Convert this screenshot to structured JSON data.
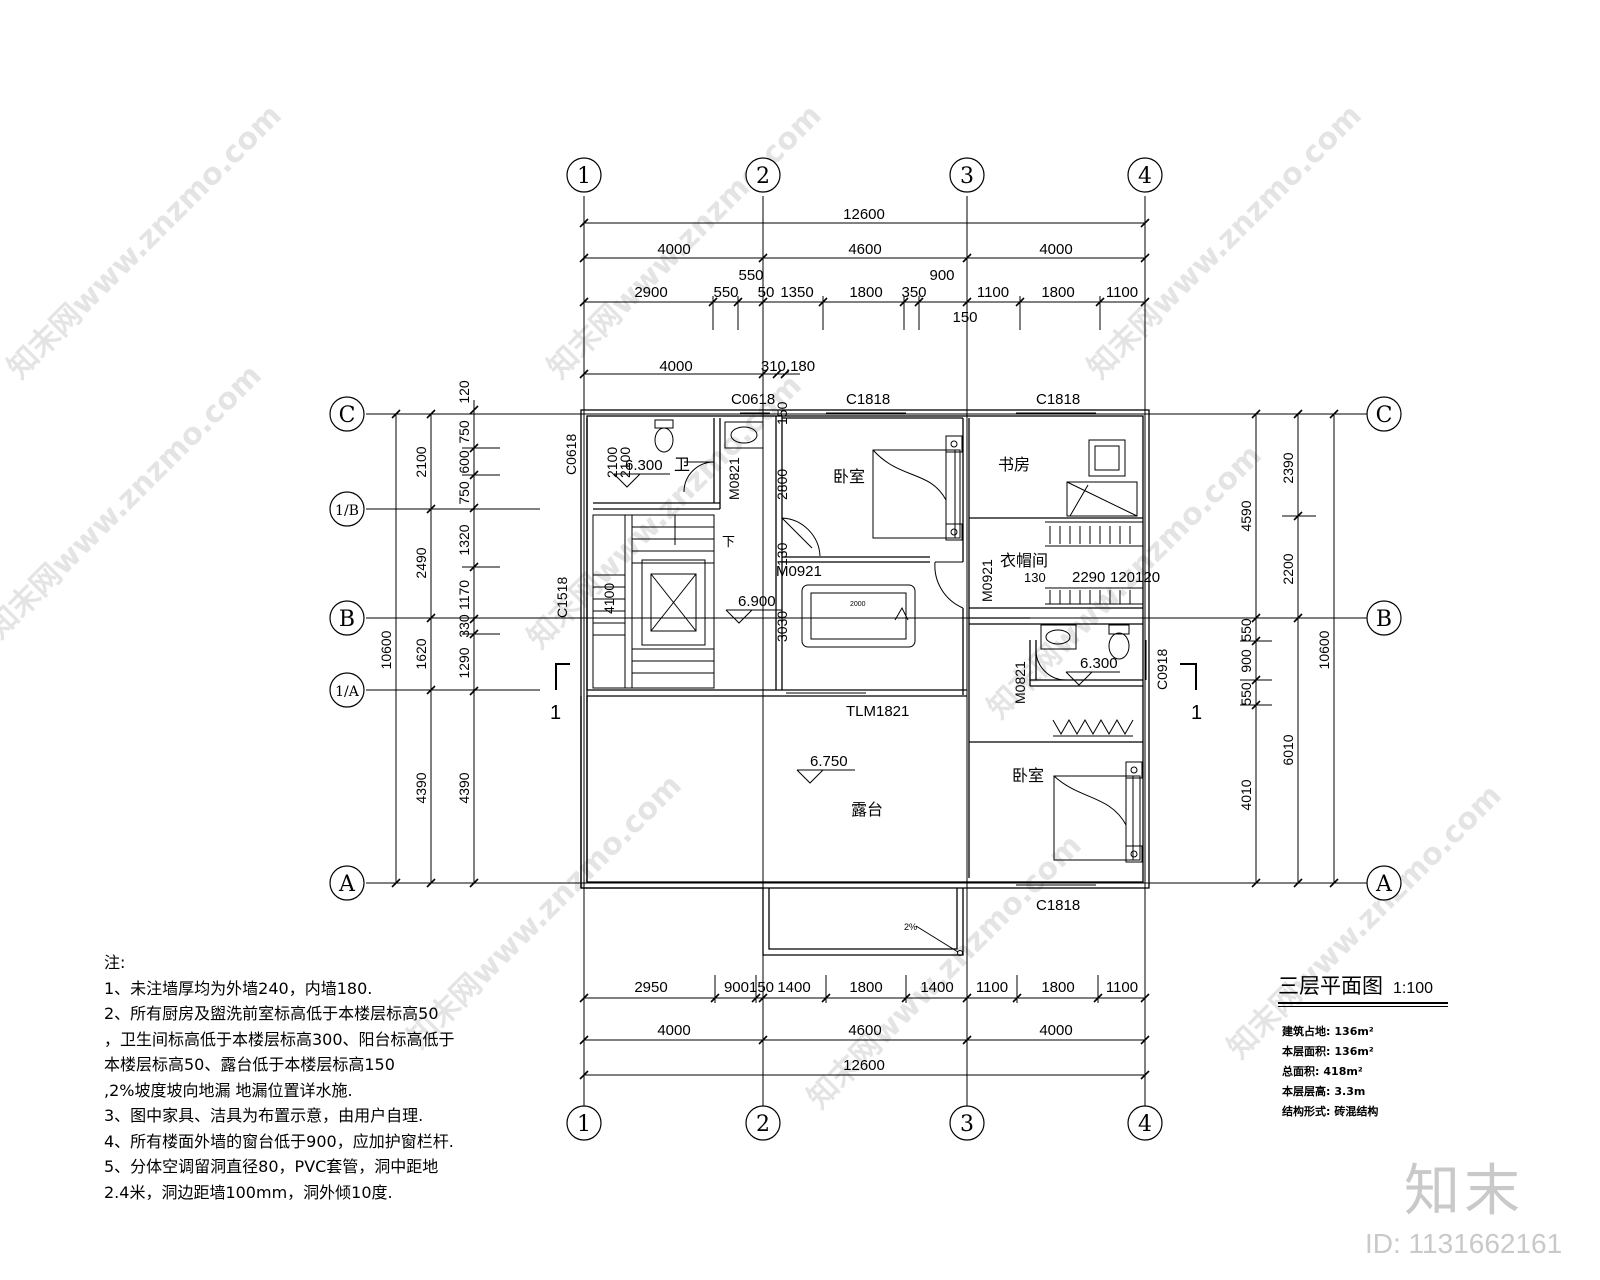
{
  "plan_title": "三层平面图",
  "scale": "1:100",
  "axes": {
    "vertical": [
      "1",
      "2",
      "3",
      "4"
    ],
    "horizontal": [
      "C",
      "1/B",
      "B",
      "1/A",
      "A"
    ]
  },
  "section_mark": "1",
  "rooms": {
    "bathroom": "卫",
    "bedroom_north": "卧室",
    "study": "书房",
    "cloakroom": "衣帽间",
    "terrace": "露台",
    "bedroom_south": "卧室",
    "stair_down": "下"
  },
  "elevations": {
    "bath_west": "6.300",
    "hall": "6.900",
    "terrace": "6.750",
    "bath_east": "6.300",
    "slope": "2%"
  },
  "openings": {
    "c0618_top": "C0618",
    "c1818_bed": "C1818",
    "c1818_study": "C1818",
    "c1818_south": "C1818",
    "c0618_left": "C0618",
    "c1518": "C1518",
    "m0821_a": "M0821",
    "m0921_a": "M0921",
    "m0921_b": "M0921",
    "m0821_b": "M0821",
    "c0918": "C0918",
    "tlm1821": "TLM1821"
  },
  "dims_top": {
    "total": "12600",
    "row2": [
      "4000",
      "4600",
      "4000"
    ],
    "row3": [
      "2900",
      "550",
      "50",
      "1350",
      "1800",
      "350",
      "1100",
      "1800",
      "1100"
    ],
    "extra_550": "550",
    "extra_900": "900",
    "extra_150": "150",
    "inner_4000": "4000",
    "inner_310_180": "310,180"
  },
  "dims_bottom": {
    "row1": [
      "2950",
      "900150",
      "1400",
      "1800",
      "1400",
      "1100",
      "1800",
      "1100"
    ],
    "row2": [
      "4000",
      "4600",
      "4000"
    ],
    "total": "12600"
  },
  "dims_left": {
    "total": "10600",
    "row_mid": [
      "2100",
      "2490",
      "1620",
      "4390"
    ],
    "row_inner": [
      "120",
      "750",
      "600",
      "750",
      "1320",
      "1170",
      "330",
      "1290",
      "4390"
    ]
  },
  "dims_right": {
    "total": "10600",
    "row_mid": [
      "2390",
      "2200",
      "6010"
    ],
    "row_inner": [
      "4590",
      "550",
      "900",
      "550",
      "4010"
    ]
  },
  "dims_inside": {
    "d2100a": "2100",
    "d2100b": "2100",
    "d2800": "2800",
    "d150": "150",
    "d4100": "4100",
    "d3030": "3030",
    "d130": "130",
    "d2290": "2290",
    "d120120": "120120",
    "table_2000": "2000"
  },
  "notes": [
    "注:",
    "1、未注墙厚均为外墙240，内墙180.",
    "2、所有厨房及盥洗前室标高低于本楼层标高50",
    "，卫生间标高低于本楼层标高300、阳台标高低于",
    "本楼层标高50、露台低于本楼层标高150",
    ",2%坡度坡向地漏 地漏位置详水施.",
    "3、图中家具、洁具为布置示意，由用户自理.",
    "4、所有楼面外墙的窗台低于900，应加护窗栏杆.",
    "5、分体空调留洞直径80，PVC套管，洞中距地",
    "2.4米，洞边距墙100mm，洞外倾10度."
  ],
  "stats": [
    {
      "label": "建筑占地:",
      "value": "136m²"
    },
    {
      "label": "本层面积:",
      "value": "136m²"
    },
    {
      "label": "总面积:",
      "value": "418m²"
    },
    {
      "label": "本层层高:",
      "value": "3.3m"
    },
    {
      "label": "结构形式:",
      "value": "砖混结构"
    }
  ],
  "watermark": "知末网www.znzmo.com",
  "brand": "知末",
  "brand_id": "ID: 1131662161"
}
